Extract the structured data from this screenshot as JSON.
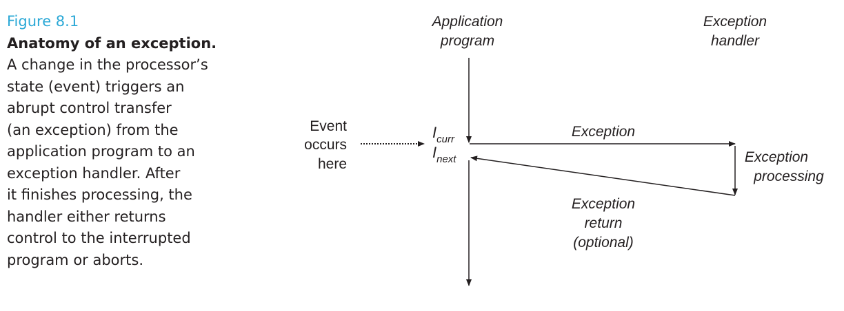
{
  "caption": {
    "figure_number": "Figure 8.1",
    "title": "Anatomy of an exception.",
    "body_lines": [
      "A change in the processor’s",
      "state (event) triggers an",
      "abrupt control transfer",
      "(an exception) from the",
      "application program to an",
      "exception handler. After",
      "it finishes processing, the",
      "handler either returns",
      "control to the interrupted",
      "program or aborts."
    ]
  },
  "diagram": {
    "application_program_label": [
      "Application",
      "program"
    ],
    "exception_handler_label": [
      "Exception",
      "handler"
    ],
    "event_label": [
      "Event",
      "occurs",
      "here"
    ],
    "i_curr": {
      "base": "I",
      "sub": "curr"
    },
    "i_next": {
      "base": "I",
      "sub": "next"
    },
    "exception_label": "Exception",
    "exception_processing_label": [
      "Exception",
      "processing"
    ],
    "exception_return_label": [
      "Exception",
      "return",
      "(optional)"
    ]
  }
}
